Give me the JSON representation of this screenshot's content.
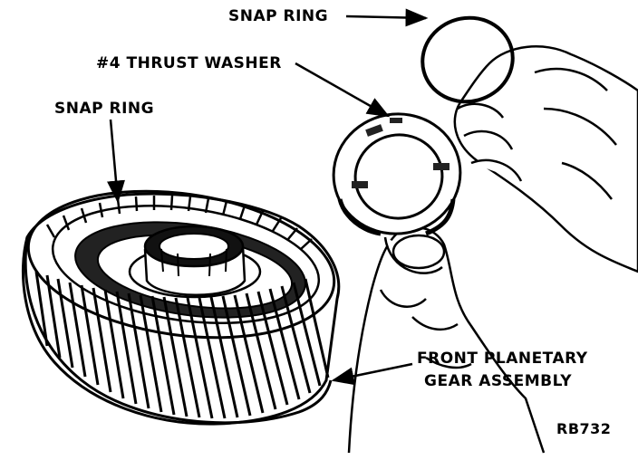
{
  "labels": {
    "snap_ring_top": "SNAP RING",
    "thrust_washer": "#4 THRUST WASHER",
    "snap_ring_left": "SNAP RING",
    "front_planetary_line1": "FRONT PLANETARY",
    "front_planetary_line2": "GEAR  ASSEMBLY",
    "figure_code": "RB732"
  },
  "colors": {
    "ink": "#000000",
    "paper": "#ffffff"
  }
}
